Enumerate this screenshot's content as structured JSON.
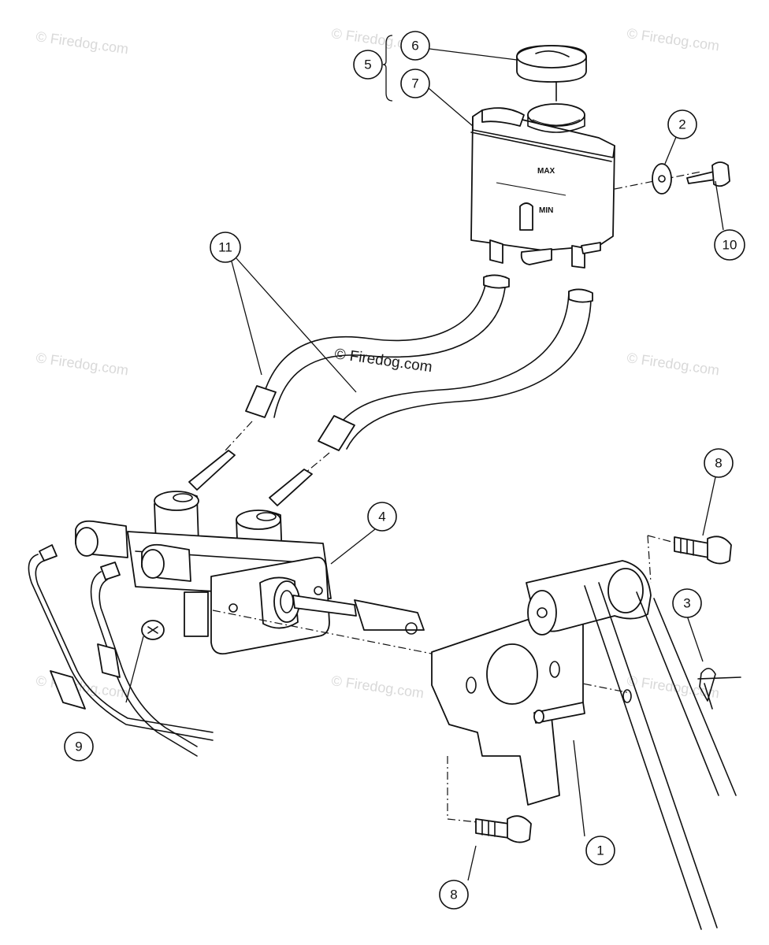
{
  "watermarks": {
    "small": "© Firedog.com",
    "main": "© Firedog.com"
  },
  "reservoir": {
    "max_label": "MAX",
    "min_label": "MIN"
  },
  "callouts": [
    {
      "id": "1",
      "label": "1"
    },
    {
      "id": "2",
      "label": "2"
    },
    {
      "id": "3",
      "label": "3"
    },
    {
      "id": "4",
      "label": "4"
    },
    {
      "id": "5",
      "label": "5"
    },
    {
      "id": "6",
      "label": "6"
    },
    {
      "id": "7",
      "label": "7"
    },
    {
      "id": "8a",
      "label": "8"
    },
    {
      "id": "8b",
      "label": "8"
    },
    {
      "id": "9",
      "label": "9"
    },
    {
      "id": "10",
      "label": "10"
    },
    {
      "id": "11",
      "label": "11"
    }
  ],
  "colors": {
    "line": "#111111",
    "watermark": "#d9d9d9",
    "background": "#ffffff"
  }
}
